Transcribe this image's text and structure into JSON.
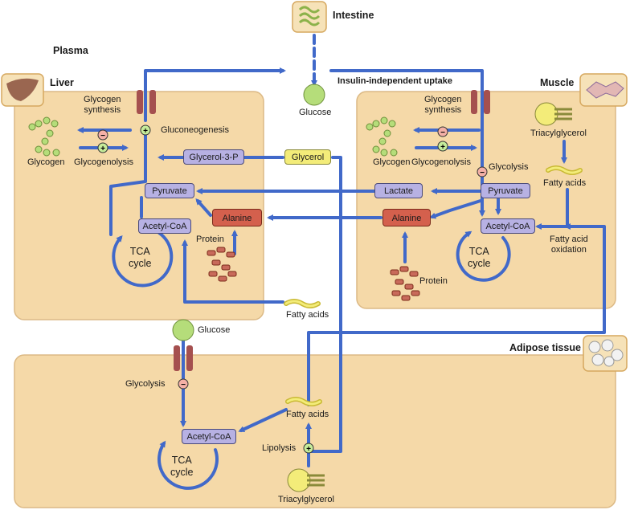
{
  "headers": {
    "intestine": "Intestine",
    "plasma": "Plasma",
    "liver": "Liver",
    "muscle": "Muscle",
    "adipose": "Adipose tissue",
    "uptake": "Insulin-independent uptake"
  },
  "plasma": {
    "glucose": "Glucose",
    "glucose_adipose": "Glucose",
    "fatty_acids": "Fatty acids"
  },
  "liver": {
    "glycogen_synthesis": "Glycogen\nsynthesis",
    "gluconeogenesis": "Gluconeogenesis",
    "glycogen": "Glycogen",
    "glycogenolysis": "Glycogenolysis",
    "glycerol3p": "Glycerol-3-P",
    "glycerol": "Glycerol",
    "pyruvate": "Pyruvate",
    "acetylcoa": "Acetyl-CoA",
    "alanine": "Alanine",
    "protein": "Protein",
    "tca": "TCA\ncycle"
  },
  "muscle": {
    "glycogen_synthesis": "Glycogen\nsynthesis",
    "glycogen": "Glycogen",
    "glycogenolysis": "Glycogenolysis",
    "glycolysis": "Glycolysis",
    "triacylglycerol": "Triacylglycerol",
    "fatty_acids": "Fatty acids",
    "lactate": "Lactate",
    "pyruvate": "Pyruvate",
    "alanine": "Alanine",
    "acetylcoa": "Acetyl-CoA",
    "fa_oxidation": "Fatty acid\noxidation",
    "protein": "Protein",
    "tca": "TCA\ncycle"
  },
  "adipose": {
    "glycolysis": "Glycolysis",
    "acetylcoa": "Acetyl-CoA",
    "tca": "TCA\ncycle",
    "fatty_acids": "Fatty acids",
    "lipolysis": "Lipolysis",
    "triacylglycerol": "Triacylglycerol"
  },
  "signs": {
    "plus": "+",
    "minus": "−"
  },
  "colors": {
    "tissue": "#f5d9a8",
    "tissue_border": "#d9b37c",
    "arrow": "#4169c9",
    "metabolite_box": "#b7b1e3",
    "amino_box": "#d4604d",
    "glycerol_box": "#f3ec79",
    "glucose_dot": "#b5dd7a",
    "transporter": "#a5504f"
  }
}
